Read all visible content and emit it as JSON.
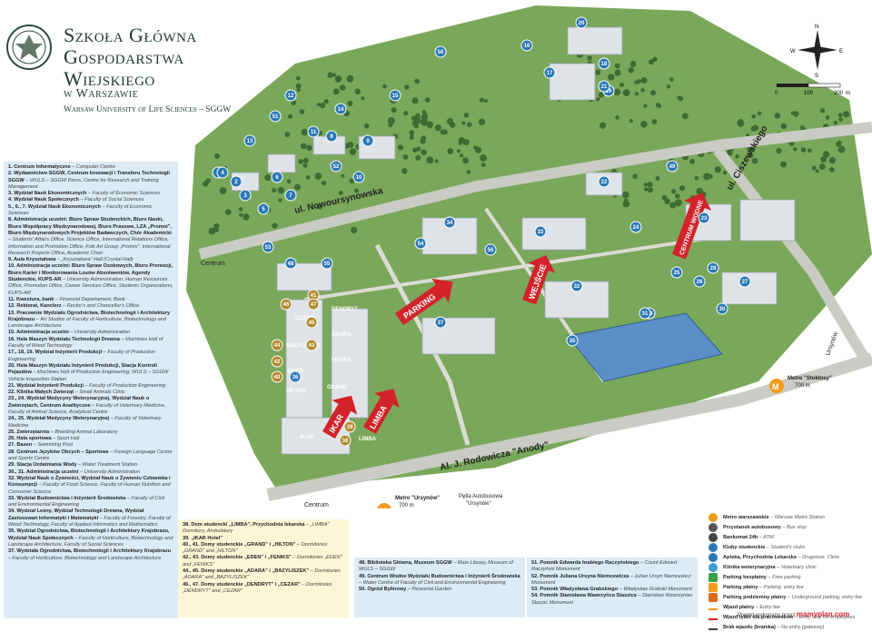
{
  "header": {
    "line1": "Szkoła Główna",
    "line2": "Gospodarstwa",
    "line3": "Wiejskiego",
    "line4": "w Warszawie",
    "english": "Warsaw University of Life Sciences – SGGW"
  },
  "colors": {
    "lawn": "#7aa85a",
    "road": "#c9cbc4",
    "building": "#dfe3e8",
    "roof_blue": "#3d7fb8",
    "accent_red": "#d2232a",
    "marker_blue": "#2b78b5",
    "dorm_marker": "#b08a2e"
  },
  "map": {
    "streets": {
      "nowoursynowska": "ul. Nowoursynowska",
      "ciszewskiego": "ul. Ciszewskiego",
      "rodowicza": "Al. J. Rodowicza \"Anody\""
    },
    "directions": {
      "centrum_top": "Centrum",
      "centrum_bottom": "Centrum",
      "ursynow": "Ursynów"
    },
    "metro_stokłosy": "Metro \"Stokłosy\"",
    "metro_stoklosy_dist": "700 m",
    "metro_ursynow": "Metro \"Ursynów\"",
    "metro_ursynow_dist": "700 m",
    "bus_loop_1": "Pętla Autobusowa",
    "bus_loop_2": "\"Ursynów\"",
    "red_signs": [
      "PARKING",
      "WEJŚCIE",
      "CENTRUM WODNE",
      "IKAR",
      "LIMBA"
    ],
    "dorm_labels": [
      "CEZAR",
      "DENDRYT",
      "BAZYLISZEK",
      "ADARA",
      "EDEN",
      "FENIKS",
      "HILTON",
      "GRAND",
      "IKAR",
      "LIMBA"
    ],
    "markers": [
      "1",
      "2",
      "3",
      "4",
      "5",
      "6",
      "7",
      "8",
      "9",
      "10",
      "11",
      "12",
      "13",
      "14",
      "15",
      "16",
      "17",
      "18",
      "19",
      "20",
      "21",
      "22",
      "23",
      "24",
      "25",
      "26",
      "27",
      "28",
      "29",
      "30",
      "31",
      "32",
      "33",
      "34",
      "35",
      "36",
      "37",
      "38",
      "39",
      "40",
      "41",
      "42",
      "43",
      "44",
      "45",
      "46",
      "47",
      "48",
      "49",
      "50",
      "51",
      "52",
      "53",
      "54",
      "55",
      "56"
    ],
    "scale_labels": [
      "0",
      "100",
      "200",
      "m"
    ],
    "compass": [
      "N",
      "S",
      "E",
      "W"
    ]
  },
  "legend_main": [
    {
      "num": "1.",
      "pl": "Centrum Informatyczne",
      "en": "Computer Centre"
    },
    {
      "num": "2.",
      "pl": "Wydawnictwo SGGW, Centrum Innowacji i Transferu Technologii SGGW",
      "en": "WULS – SGGW Press, Centre for Research and Training Management"
    },
    {
      "num": "3.",
      "pl": "Wydział Nauk Ekonomicznych",
      "en": "Faculty of Economic Sciences"
    },
    {
      "num": "4.",
      "pl": "Wydział Nauk Społecznych",
      "en": "Faculty of Social Sciences"
    },
    {
      "num": "5., 6., 7.",
      "pl": "Wydział Nauk Ekonomicznych",
      "en": "Faculty of Economic Sciences"
    },
    {
      "num": "8.",
      "pl": "Administracja uczelni: Biuro Spraw Studenckich, Biuro Nauki, Biuro Współpracy Międzynarodowej, Biuro Prasowe, LZA „Promni\", Biuro Międzynarodowych Projektów Badawczych, Chór Akademicki",
      "en": "Students' Affairs Office, Science Office, International Relations Office, Information and Promotion Office, Folk Art Group „Promni\", International Research Projects Office, Academic Choir"
    },
    {
      "num": "9.",
      "pl": "Aula Kryształowa",
      "en": "„Kryształowa\" Hall (Crystal Hall)"
    },
    {
      "num": "10.",
      "pl": "Administracja uczelni: Biuro Spraw Osobowych, Biuro Promocji, Biuro Karier i Monitorowania Losów Absolwentów, Agendy Studenckie, KUPS-AR",
      "en": "University Administration: Human Resources Office, Promotion Office, Career Services Office, Students Organizations, KUPS-AR"
    },
    {
      "num": "11.",
      "pl": "Kwestura, bank",
      "en": "Financial Departament, Bank"
    },
    {
      "num": "12.",
      "pl": "Rektorat, Kanclerz",
      "en": "Rector's and Chancellor's Office"
    },
    {
      "num": "13.",
      "pl": "Pracownie Wydziału Ogrodnictwa, Biotechnologii i Architektury Krajobrazu",
      "en": "Art Studios of Faculty of Horticulture, Biotechnology and Landscape Architecture"
    },
    {
      "num": "15.",
      "pl": "Administracja uczelni",
      "en": "University Administration"
    },
    {
      "num": "16.",
      "pl": "Hala Maszyn Wydziału Technologii Drewna",
      "en": "Machines Hall of Faculty of Wood Technology"
    },
    {
      "num": "17., 18, 19.",
      "pl": "Wydział Inżynierii Produkcji",
      "en": "Faculty of Production Engineering"
    },
    {
      "num": "20.",
      "pl": "Hala Maszyn Wydziału Inżynierii Produkcji, Stacja Kontroli Pojazdów",
      "en": "Machines Hall of Production Engineering, WULS – SGGW Vehicle Inspection Station"
    },
    {
      "num": "21.",
      "pl": "Wydział Inżynierii Produkcji",
      "en": "Faculty of Production Engineering"
    },
    {
      "num": "22.",
      "pl": "Klinika Małych Zwierząt",
      "en": "Small Animals Clinic"
    },
    {
      "num": "23., 24.",
      "pl": "Wydział Medycyny Weterynaryjnej, Wydział Nauk o Zwierzętach, Centrum Analityczne",
      "en": "Faculty of Veterinary Medicine, Faculty of Animal Science, Analytical Centre"
    },
    {
      "num": "24., 25.",
      "pl": "Wydział Medycyny Weterynaryjnej",
      "en": "Faculty of Veterinary Medicine"
    },
    {
      "num": "25.",
      "pl": "Zwierzętarnia",
      "en": "Breeding Animal Laboratory"
    },
    {
      "num": "26.",
      "pl": "Hala sportowa",
      "en": "Sport Hall"
    },
    {
      "num": "27.",
      "pl": "Basen",
      "en": "Swimming Pool"
    },
    {
      "num": "28.",
      "pl": "Centrum Języków Obcych – Sportowe",
      "en": "Foreign Language Centre and Sports Centre"
    },
    {
      "num": "29.",
      "pl": "Stacja Uzdatniania Wody",
      "en": "Water Treatment Station"
    },
    {
      "num": "30., 31.",
      "pl": "Administracja uczelni",
      "en": "University Administration"
    },
    {
      "num": "32.",
      "pl": "Wydział Nauk o Żywności, Wydział Nauk o Żywieniu Człowieka i Konsumpcji",
      "en": "Faculty of Food Science, Faculty of Human Nutrition and Consumer Science"
    },
    {
      "num": "33.",
      "pl": "Wydział Budownictwa i Inżynierii Środowiska",
      "en": "Faculty of Civil and Environmental Engineering"
    },
    {
      "num": "34.",
      "pl": "Wydział Leśny, Wydział Technologii Drewna, Wydział Zastosowań Informatyki i Matematyki",
      "en": "Faculty of Forestry, Faculty of Wood Technology, Faculty of Applied Informatics and Mathematics"
    },
    {
      "num": "35.",
      "pl": "Wydział Ogrodnictwa, Biotechnologii i Architektury Krajobrazu, Wydział Nauk Społecznych",
      "en": "Faculty of Horticulture, Biotechnology and Landscape Architecture, Faculty of Social Sciences"
    },
    {
      "num": "37.",
      "pl": "Wydziała Ogrodnictwa, Biotechnologii i Architektury Krajobrazu",
      "en": "Faculty of Horticulture, Biotechnology and Landscape Architecture"
    }
  ],
  "legend_dorms": [
    {
      "num": "38.",
      "pl": "Dom studencki „LIMBA\", Przychodnia lekarska",
      "en": "„LIMBA\" Dormitory, Ambulatory"
    },
    {
      "num": "39.",
      "pl": "„IKAR Hotel\"",
      "en": ""
    },
    {
      "num": "40., 41.",
      "pl": "Domy studenckie „GRAND\" i „HILTON\"",
      "en": "Dormitories „GRAND\" and „HILTON\""
    },
    {
      "num": "42., 43.",
      "pl": "Domy studenckie „EDEN\" i „FENIKS\"",
      "en": "Dormitories „EDEN\" and „FENIKS\""
    },
    {
      "num": "44., 45.",
      "pl": "Domy studenckie „ADARA\" i „BAZYLISZEK\"",
      "en": "Dormitories „ADARA\" and „BAZYLISZEK\""
    },
    {
      "num": "46., 47.",
      "pl": "Domy studenckie „DENDRYT\" i „CEZAR\"",
      "en": "Dormitories „DENDRYT\" and „CEZAR\""
    }
  ],
  "legend_museum": [
    {
      "num": "48.",
      "pl": "Biblioteka Główna, Muzeum SGGW",
      "en": "Main Library, Museum of WULS – SGGW"
    },
    {
      "num": "49.",
      "pl": "Centrum Wodne Wydziału Budownictwa i Inżynierii Środowiska",
      "en": "Water Centre of Faculty of Civil and Environmental Engineering"
    },
    {
      "num": "50.",
      "pl": "Ogród Bylinowy",
      "en": "Perennial Garden"
    }
  ],
  "legend_monuments": [
    {
      "num": "51.",
      "pl": "Pomnik Edwarda hrabiego Raczyńskiego",
      "en": "Count Edward Raczyński Monument"
    },
    {
      "num": "52.",
      "pl": "Pomnik Juliana Ursyna Niemcewicza",
      "en": "Julian Ursyn Niemcewicz Monument"
    },
    {
      "num": "53.",
      "pl": "Pomnik Władysława Grabskiego",
      "en": "Władysław Grabski Monument"
    },
    {
      "num": "54.",
      "pl": "Pomnik Stanisława Wawrzyńca Staszica",
      "en": "Stanisław Wawrzyniec Staszic Monument"
    }
  ],
  "legend_symbols": [
    {
      "icon": "metro-icon",
      "pl": "Metro warszawskie",
      "en": "Warsaw Metro Station"
    },
    {
      "icon": "bus-stop-icon",
      "pl": "Przystanek autobusowy",
      "en": "Bus stop"
    },
    {
      "icon": "atm-icon",
      "pl": "Bankomat 24h",
      "en": "ATM"
    },
    {
      "icon": "students-club-icon",
      "pl": "Kluby studenckie",
      "en": "Student's clubs"
    },
    {
      "icon": "pharmacy-icon",
      "pl": "Apteka, Przychodnia Lekarska",
      "en": "Drugstore, Clinic"
    },
    {
      "icon": "vet-clinic-icon",
      "pl": "Klinika weterynaryjna",
      "en": "Veterinary clinic"
    },
    {
      "icon": "parking-free-icon",
      "pl": "Parking bezpłatny",
      "en": "Free parking"
    },
    {
      "icon": "parking-paid-icon",
      "pl": "Parking płatny",
      "en": "Parking, entry fee"
    },
    {
      "icon": "parking-underground-icon",
      "pl": "Parking podziemny płatny",
      "en": "Underground parking, entry fee"
    },
    {
      "icon": "paid-entry-line",
      "pl": "Wjazd płatny",
      "en": "Entry fee"
    },
    {
      "icon": "staff-entry-line",
      "pl": "Wjazd tylko dla pracowników",
      "en": "Entry only for employees"
    },
    {
      "icon": "no-entry-line",
      "pl": "Brak wjazdu (bramka)",
      "en": "No entry (gateway)"
    }
  ],
  "credit": {
    "text": "Projekt wykonany przez",
    "brand": "mamyplan",
    "tld": ".com"
  }
}
